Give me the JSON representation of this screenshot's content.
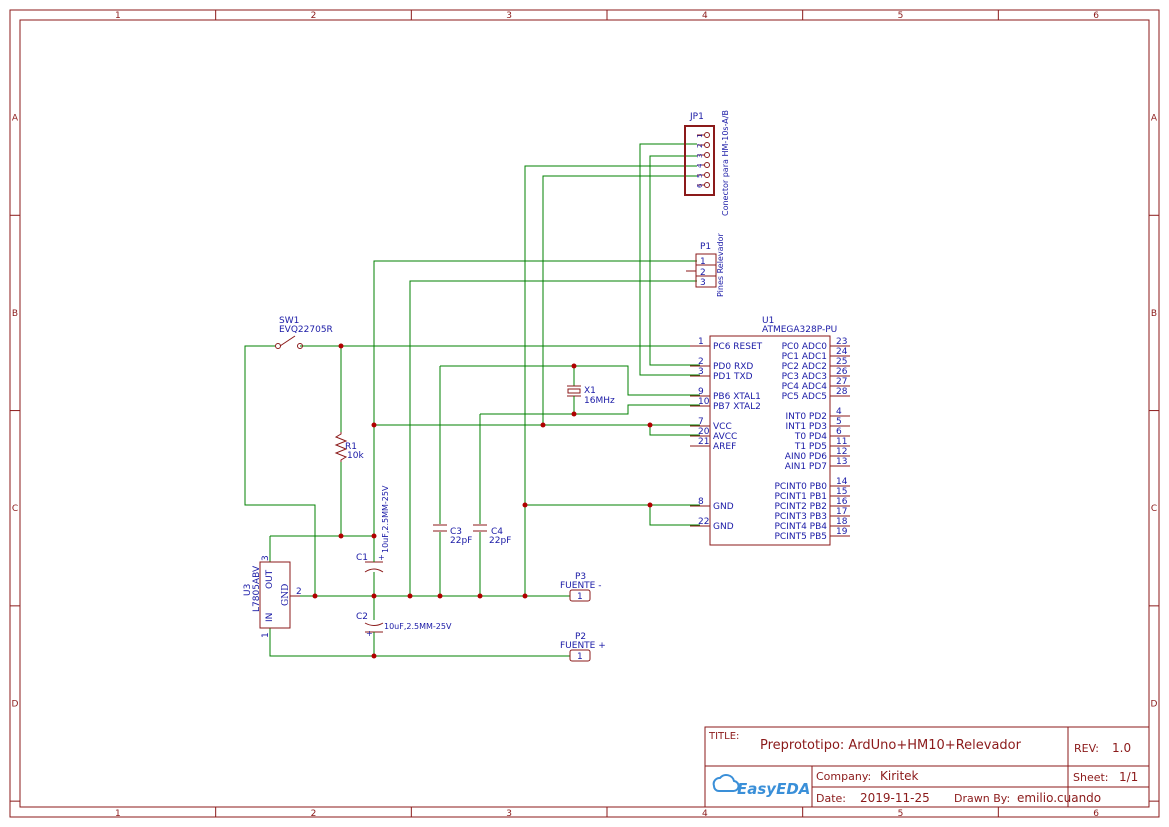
{
  "frame": {
    "columns": [
      "1",
      "2",
      "3",
      "4",
      "5",
      "6"
    ],
    "rows": [
      "A",
      "B",
      "C",
      "D"
    ]
  },
  "components": {
    "jp1": {
      "ref": "JP1",
      "value": "Conector para HM-10s-A/B",
      "pins": [
        "1",
        "2",
        "3",
        "4",
        "5",
        "6"
      ]
    },
    "p1": {
      "ref": "P1",
      "value": "Pines Relevador",
      "pins": [
        "1",
        "2",
        "3"
      ]
    },
    "sw1": {
      "ref": "SW1",
      "value": "EVQ22705R"
    },
    "r1": {
      "ref": "R1",
      "value": "10k"
    },
    "x1": {
      "ref": "X1",
      "value": "16MHz"
    },
    "c1": {
      "ref": "C1",
      "value": "10uF,2.5MM-25V"
    },
    "c2": {
      "ref": "C2",
      "value": "10uF,2.5MM-25V"
    },
    "c3": {
      "ref": "C3",
      "value": "22pF"
    },
    "c4": {
      "ref": "C4",
      "value": "22pF"
    },
    "u3": {
      "ref": "U3",
      "value": "L7805ABV",
      "pin_out": "OUT",
      "pin_gnd": "GND",
      "pin_in": "IN",
      "pins": [
        "3",
        "2",
        "1"
      ]
    },
    "p3": {
      "ref": "P3",
      "value": "FUENTE -",
      "pin": "1"
    },
    "p2": {
      "ref": "P2",
      "value": "FUENTE +",
      "pin": "1"
    },
    "u1": {
      "ref": "U1",
      "value": "ATMEGA328P-PU",
      "left_pins": [
        {
          "num": "1",
          "name": "PC6 RESET"
        },
        {
          "num": "2",
          "name": "PD0 RXD"
        },
        {
          "num": "3",
          "name": "PD1 TXD"
        },
        {
          "num": "9",
          "name": "PB6 XTAL1"
        },
        {
          "num": "10",
          "name": "PB7 XTAL2"
        },
        {
          "num": "7",
          "name": "VCC"
        },
        {
          "num": "20",
          "name": "AVCC"
        },
        {
          "num": "21",
          "name": "AREF"
        },
        {
          "num": "8",
          "name": "GND"
        },
        {
          "num": "22",
          "name": "GND"
        }
      ],
      "right_pins": [
        {
          "num": "23",
          "name": "PC0 ADC0"
        },
        {
          "num": "24",
          "name": "PC1 ADC1"
        },
        {
          "num": "25",
          "name": "PC2 ADC2"
        },
        {
          "num": "26",
          "name": "PC3 ADC3"
        },
        {
          "num": "27",
          "name": "PC4 ADC4"
        },
        {
          "num": "28",
          "name": "PC5 ADC5"
        },
        {
          "num": "4",
          "name": "INT0 PD2"
        },
        {
          "num": "5",
          "name": "INT1 PD3"
        },
        {
          "num": "6",
          "name": "T0 PD4"
        },
        {
          "num": "11",
          "name": "T1 PD5"
        },
        {
          "num": "12",
          "name": "AIN0 PD6"
        },
        {
          "num": "13",
          "name": "AIN1 PD7"
        },
        {
          "num": "14",
          "name": "PCINT0 PB0"
        },
        {
          "num": "15",
          "name": "PCINT1 PB1"
        },
        {
          "num": "16",
          "name": "PCINT2 PB2"
        },
        {
          "num": "17",
          "name": "PCINT3 PB3"
        },
        {
          "num": "18",
          "name": "PCINT4 PB4"
        },
        {
          "num": "19",
          "name": "PCINT5 PB5"
        }
      ]
    }
  },
  "title_block": {
    "title_label": "TITLE:",
    "title": "Preprototipo: ArdUno+HM10+Relevador",
    "rev_label": "REV:",
    "rev": "1.0",
    "company_label": "Company:",
    "company": "Kiritek",
    "sheet_label": "Sheet:",
    "sheet": "1/1",
    "date_label": "Date:",
    "date": "2019-11-25",
    "drawn_label": "Drawn By:",
    "drawn": "emilio.cuando",
    "logo": "EasyEDA"
  },
  "colors": {
    "frame": "#8b1a1a",
    "wire": "#008000",
    "label": "#1a1aa6",
    "junction": "#b00000"
  }
}
